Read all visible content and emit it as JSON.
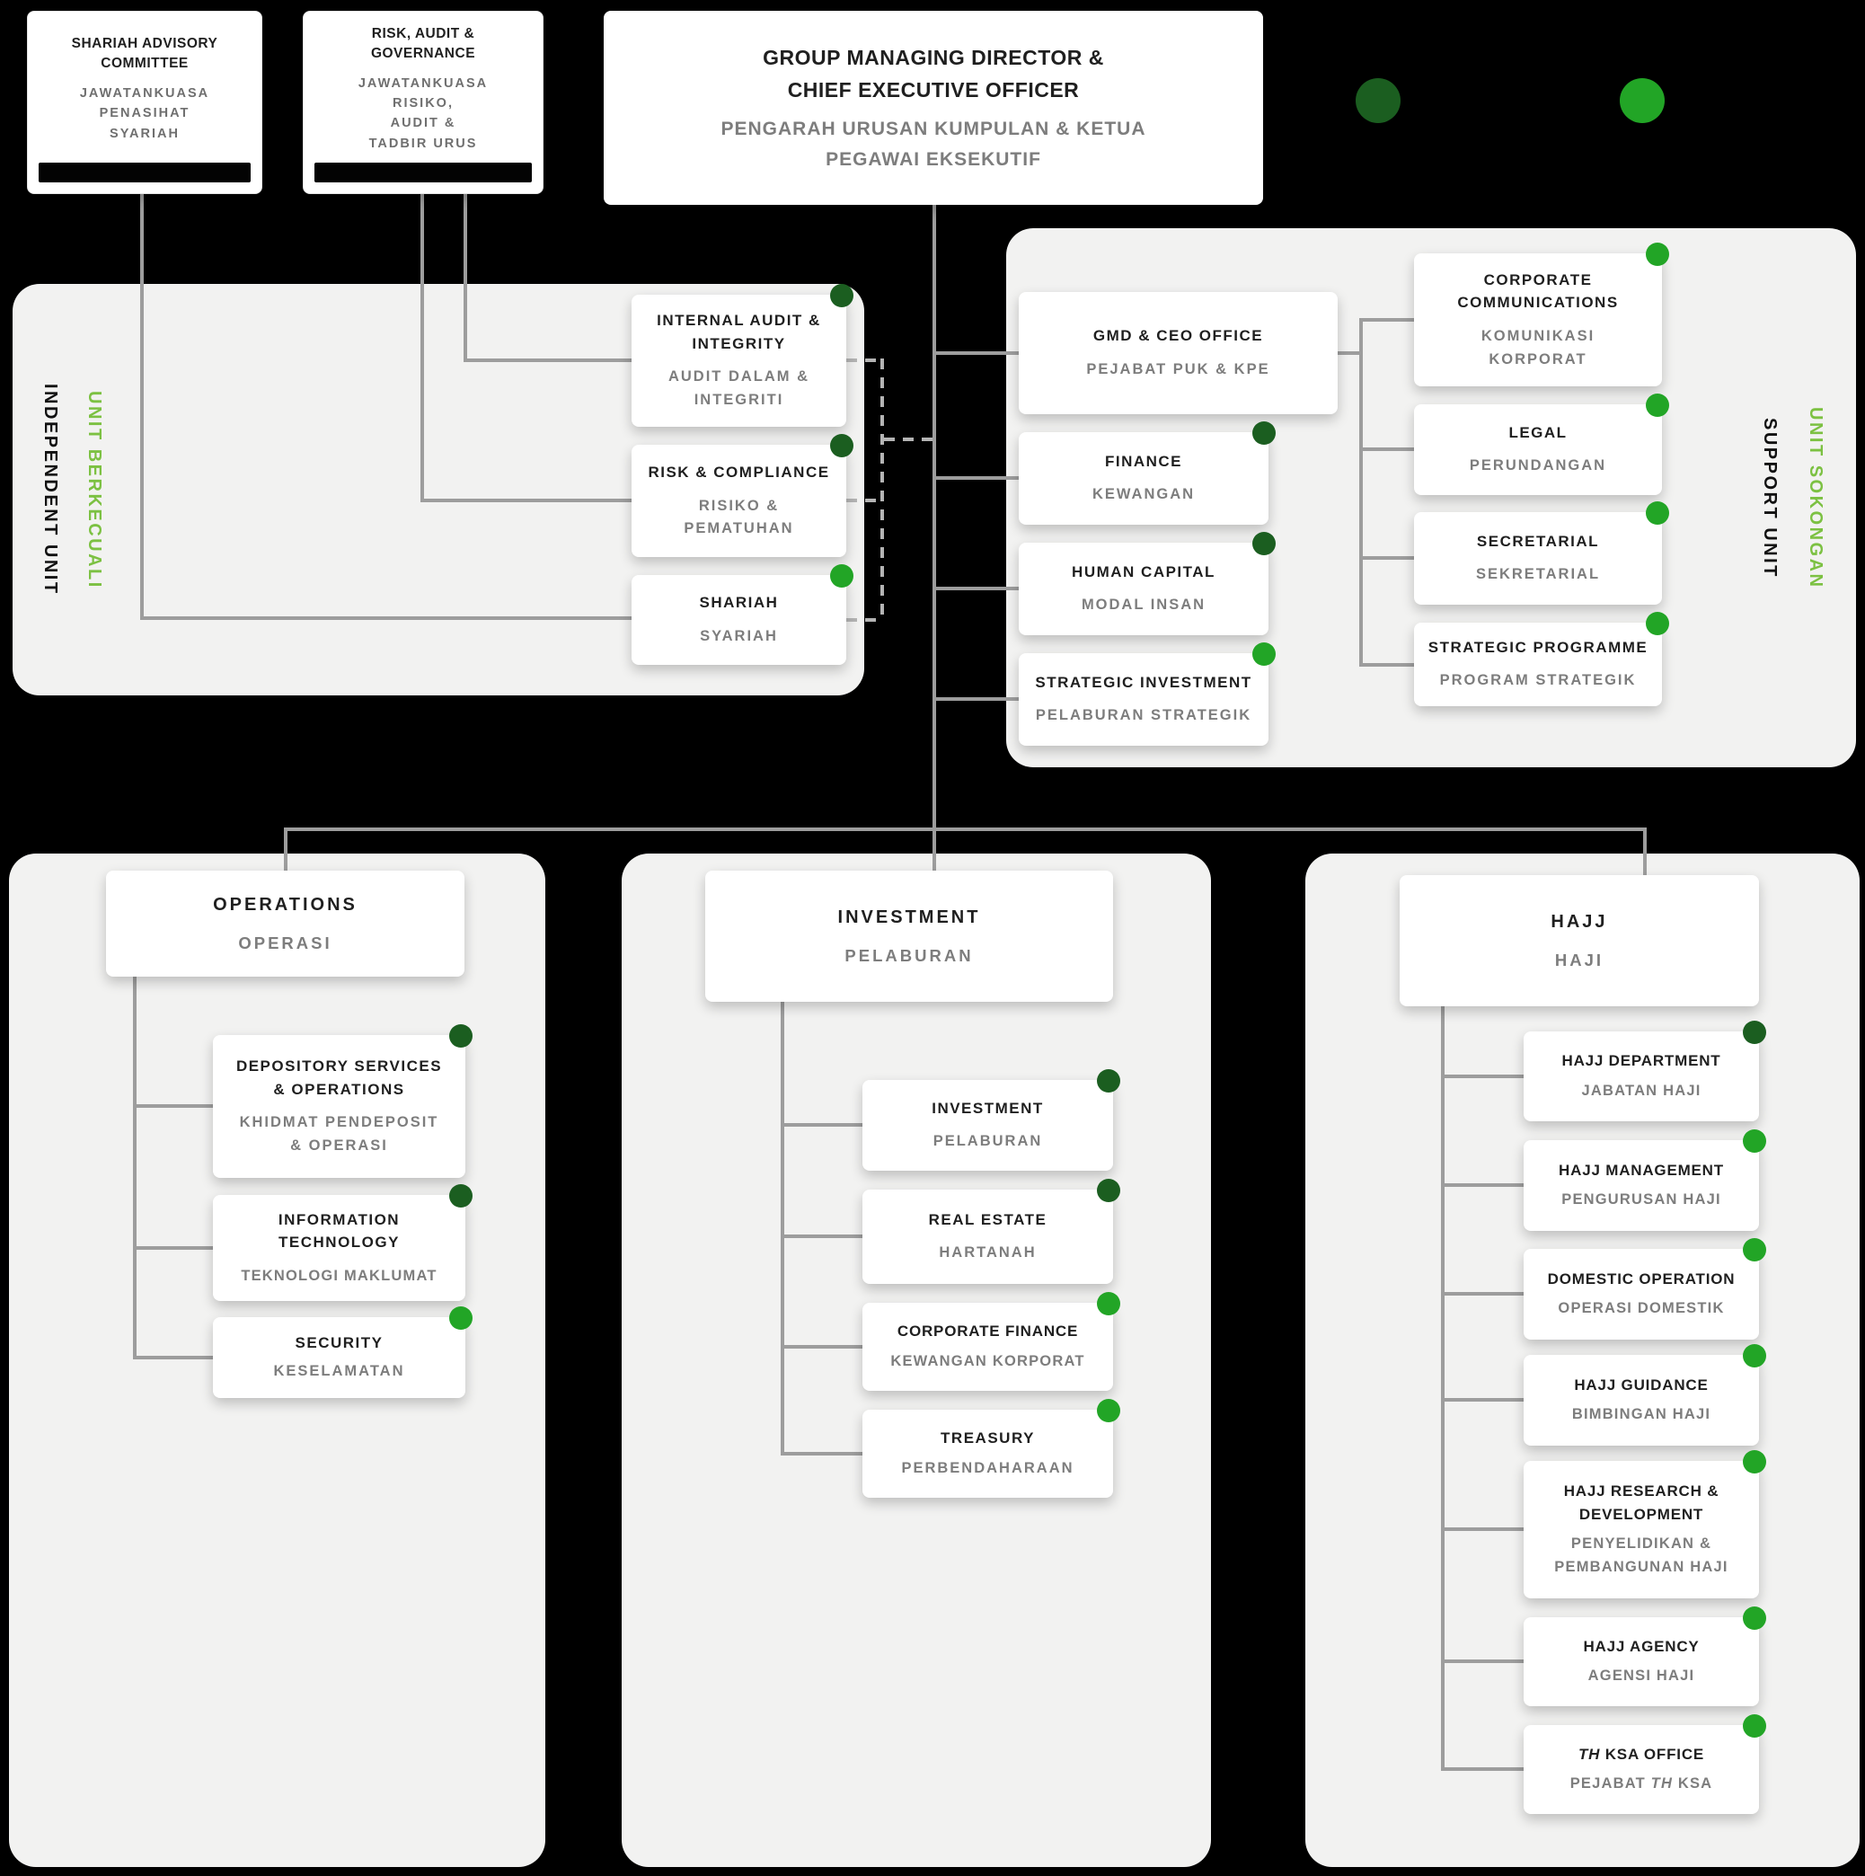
{
  "legend": {
    "dark": "#1b5e20",
    "bright": "#22a526",
    "accent_text_green": "#7cc142"
  },
  "top": {
    "sac": {
      "title": "SHARIAH ADVISORY COMMITTEE",
      "subtitle": "JAWATANKUASA\nPENASIHAT\nSYARIAH"
    },
    "rag": {
      "title": "RISK, AUDIT & GOVERNANCE",
      "subtitle": "JAWATANKUASA RISIKO,\nAUDIT &\nTADBIR URUS"
    },
    "gmd": {
      "title": "GROUP MANAGING DIRECTOR &\nCHIEF EXECUTIVE OFFICER",
      "subtitle": "PENGARAH URUSAN KUMPULAN & KETUA\nPEGAWAI EKSEKUTIF"
    }
  },
  "independent_unit": {
    "label_en": "INDEPENDENT UNIT",
    "label_ms": "UNIT BERKECUALI",
    "boxes": [
      {
        "title": "INTERNAL AUDIT & INTEGRITY",
        "subtitle": "AUDIT DALAM & INTEGRITI",
        "dot": "dark"
      },
      {
        "title": "RISK & COMPLIANCE",
        "subtitle": "RISIKO & PEMATUHAN",
        "dot": "dark"
      },
      {
        "title": "SHARIAH",
        "subtitle": "SYARIAH",
        "dot": "bright"
      }
    ]
  },
  "support_unit": {
    "label_en": "SUPPORT UNIT",
    "label_ms": "UNIT SOKONGAN",
    "mid": [
      {
        "title": "GMD & CEO OFFICE",
        "subtitle": "PEJABAT PUK & KPE"
      },
      {
        "title": "FINANCE",
        "subtitle": "KEWANGAN",
        "dot": "dark"
      },
      {
        "title": "HUMAN CAPITAL",
        "subtitle": "MODAL INSAN",
        "dot": "dark"
      },
      {
        "title": "STRATEGIC INVESTMENT",
        "subtitle": "PELABURAN STRATEGIK",
        "dot": "bright"
      }
    ],
    "right": [
      {
        "title": "CORPORATE COMMUNICATIONS",
        "subtitle": "KOMUNIKASI KORPORAT",
        "dot": "bright"
      },
      {
        "title": "LEGAL",
        "subtitle": "PERUNDANGAN",
        "dot": "bright"
      },
      {
        "title": "SECRETARIAL",
        "subtitle": "SEKRETARIAL",
        "dot": "bright"
      },
      {
        "title": "STRATEGIC PROGRAMME",
        "subtitle": "PROGRAM STRATEGIK",
        "dot": "bright"
      }
    ]
  },
  "divisions": {
    "operations": {
      "title": "OPERATIONS",
      "subtitle": "OPERASI",
      "children": [
        {
          "title": "DEPOSITORY SERVICES & OPERATIONS",
          "subtitle": "KHIDMAT PENDEPOSIT & OPERASI",
          "dot": "dark"
        },
        {
          "title": "INFORMATION TECHNOLOGY",
          "subtitle": "TEKNOLOGI MAKLUMAT",
          "dot": "dark"
        },
        {
          "title": "SECURITY",
          "subtitle": "KESELAMATAN",
          "dot": "bright"
        }
      ]
    },
    "investment": {
      "title": "INVESTMENT",
      "subtitle": "PELABURAN",
      "children": [
        {
          "title": "INVESTMENT",
          "subtitle": "PELABURAN",
          "dot": "dark"
        },
        {
          "title": "REAL ESTATE",
          "subtitle": "HARTANAH",
          "dot": "dark"
        },
        {
          "title": "CORPORATE FINANCE",
          "subtitle": "KEWANGAN KORPORAT",
          "dot": "bright"
        },
        {
          "title": "TREASURY",
          "subtitle": "PERBENDAHARAAN",
          "dot": "bright"
        }
      ]
    },
    "hajj": {
      "title": "HAJJ",
      "subtitle": "HAJI",
      "children": [
        {
          "title": "HAJJ DEPARTMENT",
          "subtitle": "JABATAN HAJI",
          "dot": "dark"
        },
        {
          "title": "HAJJ MANAGEMENT",
          "subtitle": "PENGURUSAN HAJI",
          "dot": "bright"
        },
        {
          "title": "DOMESTIC OPERATION",
          "subtitle": "OPERASI DOMESTIK",
          "dot": "bright"
        },
        {
          "title": "HAJJ GUIDANCE",
          "subtitle": "BIMBINGAN HAJI",
          "dot": "bright"
        },
        {
          "title": "HAJJ RESEARCH & DEVELOPMENT",
          "subtitle": "PENYELIDIKAN & PEMBANGUNAN HAJI",
          "dot": "bright"
        },
        {
          "title": "HAJJ AGENCY",
          "subtitle": "AGENSI HAJI",
          "dot": "bright"
        },
        {
          "title": "TH KSA OFFICE",
          "subtitle": "PEJABAT TH KSA",
          "dot": "bright",
          "italic_token": "TH"
        }
      ]
    }
  }
}
